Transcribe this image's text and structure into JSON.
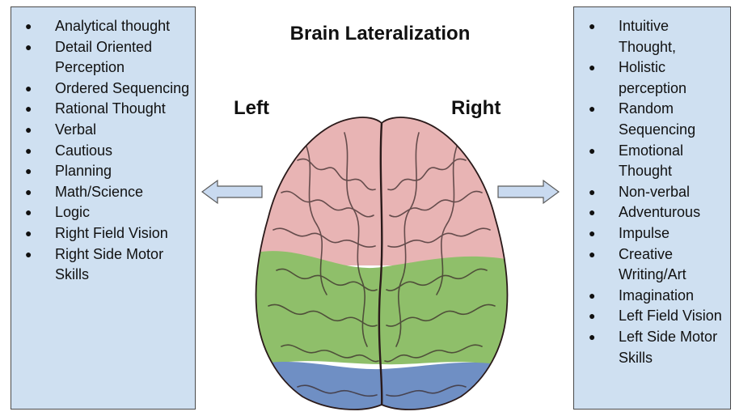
{
  "title": "Brain Lateralization",
  "left": {
    "label": "Left",
    "items": [
      "Analytical thought",
      "Detail Oriented Perception",
      "Ordered Sequencing",
      "Rational Thought",
      "Verbal",
      "Cautious",
      "Planning",
      "Math/Science",
      "Logic",
      "Right Field Vision",
      "Right Side Motor Skills"
    ]
  },
  "right": {
    "label": "Right",
    "items": [
      "Intuitive Thought,",
      "Holistic perception",
      "Random Sequencing",
      "Emotional Thought",
      "Non-verbal",
      "Adventurous",
      "Impulse",
      "Creative Writing/Art",
      "Imagination",
      "Left Field Vision",
      "Left Side Motor Skills"
    ]
  },
  "colors": {
    "panel_fill": "#cfe0f1",
    "arrow_fill": "#c9daf0",
    "frontal_lobe": "#e8b4b4",
    "parietal_lobe": "#8fbf6a",
    "occipital_lobe": "#6f8fc4"
  }
}
